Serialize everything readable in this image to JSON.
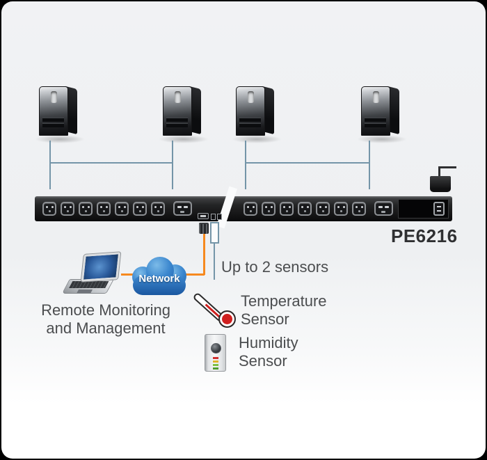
{
  "pdu": {
    "model": "PE6216",
    "segment_small_outlets": 7,
    "segment_large_outlets": 1,
    "segments": 2
  },
  "servers": {
    "count": 4
  },
  "cloud": {
    "label": "Network"
  },
  "captions": {
    "remote_monitoring": {
      "line1": "Remote Monitoring",
      "line2": "and Management"
    },
    "sensors_note": "Up to 2 sensors",
    "temperature": {
      "line1": "Temperature",
      "line2": "Sensor"
    },
    "humidity": {
      "line1": "Humidity",
      "line2": "Sensor"
    }
  },
  "colors": {
    "cable_orange": "#F6891F",
    "connector_blue": "#7495A8",
    "cloud_blue": "#2E78C2",
    "text_gray": "#4B4D4F"
  }
}
